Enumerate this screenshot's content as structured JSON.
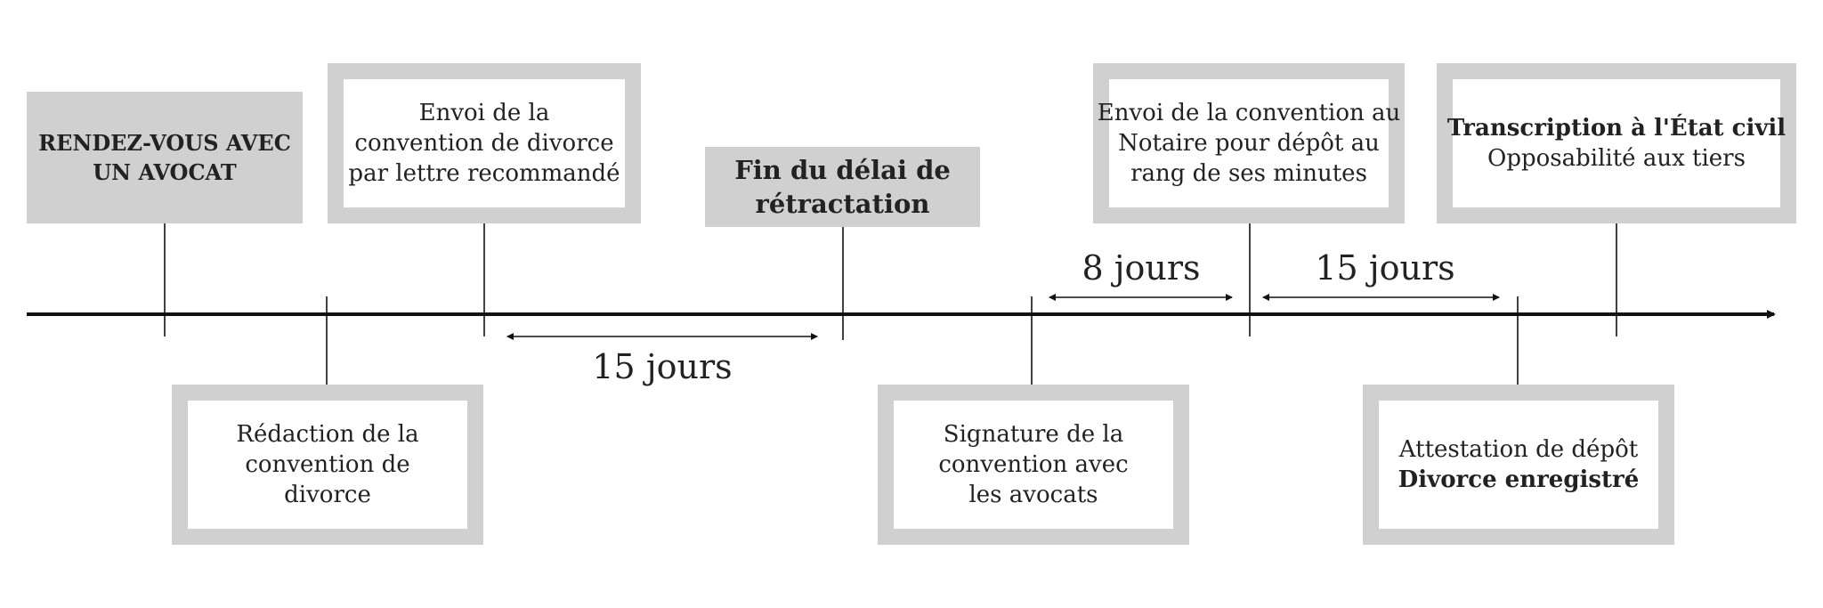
{
  "colors": {
    "box_gray": "#d0d0d0",
    "line": "#111111",
    "text": "#222222"
  },
  "events": {
    "rdv": [
      "RENDEZ-VOUS AVEC",
      "UN AVOCAT"
    ],
    "redaction": [
      "Rédaction de la",
      "convention de",
      "divorce"
    ],
    "envoi": [
      "Envoi de la",
      "convention de divorce",
      "par lettre recommandé"
    ],
    "fin_delai": [
      "Fin du délai de",
      "rétractation"
    ],
    "signature": [
      "Signature de la",
      "convention avec",
      "les avocats"
    ],
    "notaire": [
      "Envoi de la convention au",
      "Notaire pour dépôt au",
      "rang de ses minutes"
    ],
    "attestation": [
      "Attestation de dépôt",
      "Divorce enregistré"
    ],
    "transcription": [
      "Transcription à l'État civil",
      "Opposabilité aux tiers"
    ]
  },
  "durations": {
    "retractation": "15 jours",
    "signature_to_notaire": "8 jours",
    "notaire_to_attestation": "15 jours"
  }
}
